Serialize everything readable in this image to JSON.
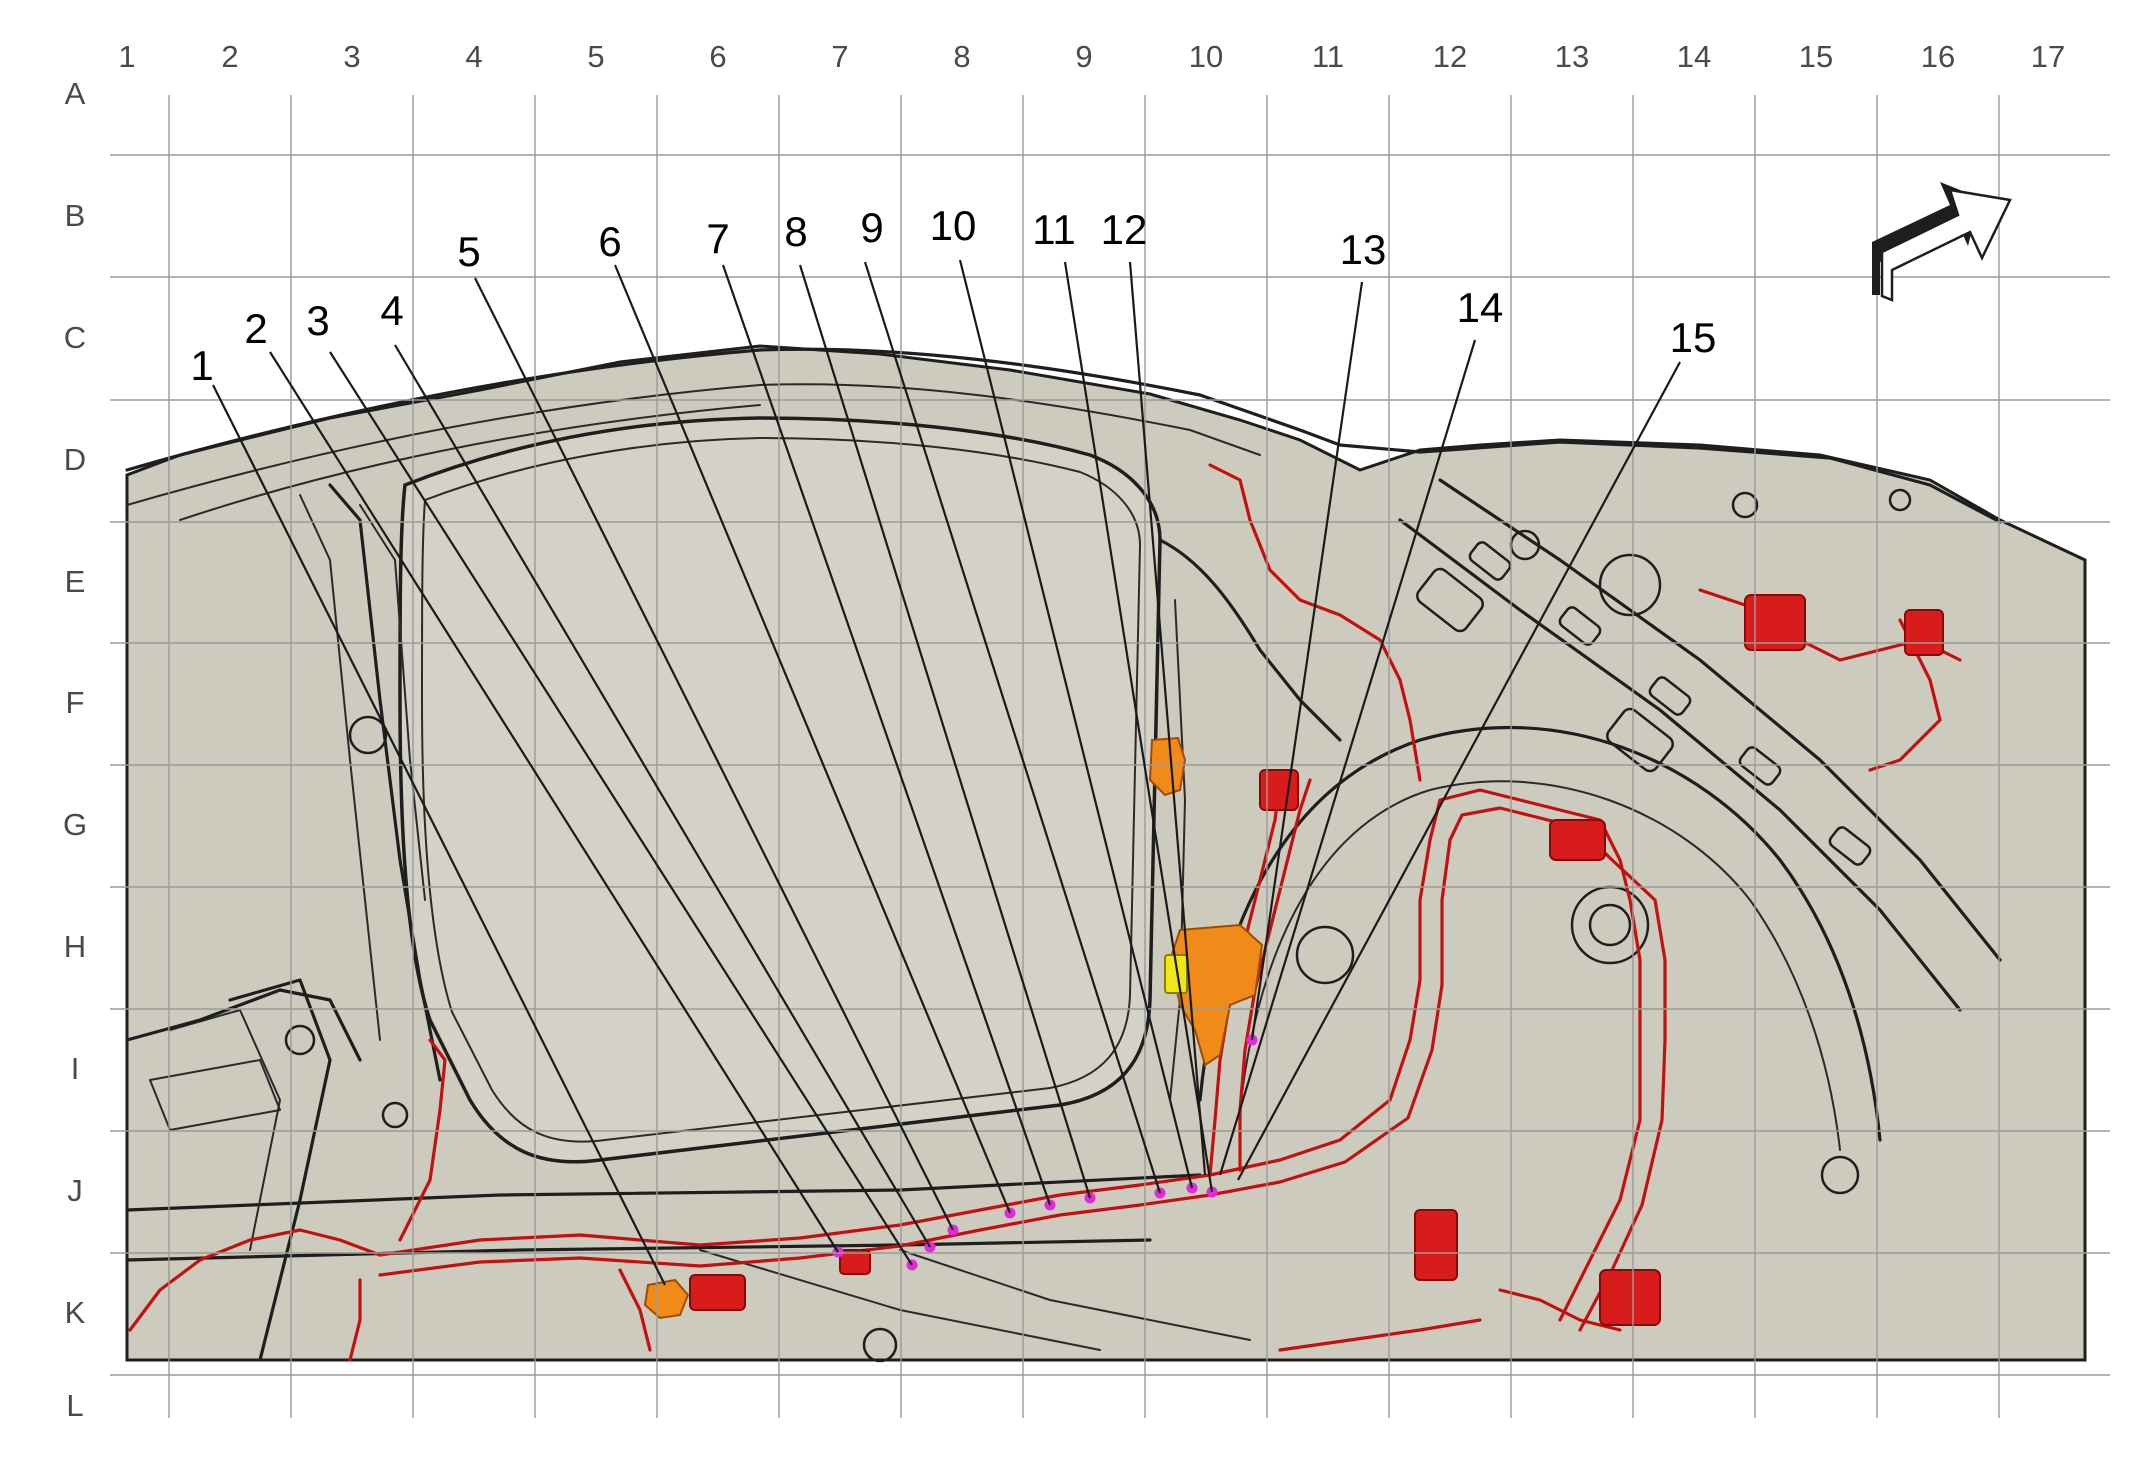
{
  "grid": {
    "columns": [
      "1",
      "2",
      "3",
      "4",
      "5",
      "6",
      "7",
      "8",
      "9",
      "10",
      "11",
      "12",
      "13",
      "14",
      "15",
      "16",
      "17"
    ],
    "rows": [
      "A",
      "B",
      "C",
      "D",
      "E",
      "F",
      "G",
      "H",
      "I",
      "J",
      "K",
      "L"
    ]
  },
  "callouts": [
    "1",
    "2",
    "3",
    "4",
    "5",
    "6",
    "7",
    "8",
    "9",
    "10",
    "11",
    "12",
    "13",
    "14",
    "15"
  ],
  "colors": {
    "body_fill": "#cdcbbd",
    "window_fill": "#d4d2c6",
    "harness": "#c41010",
    "connector_orange": "#f08a18",
    "connector_yellow": "#f2e618",
    "splice_dot": "#e22ad8",
    "grid": "#9a9a9a"
  },
  "icons": {
    "direction_arrow": "front-direction-arrow-icon"
  }
}
